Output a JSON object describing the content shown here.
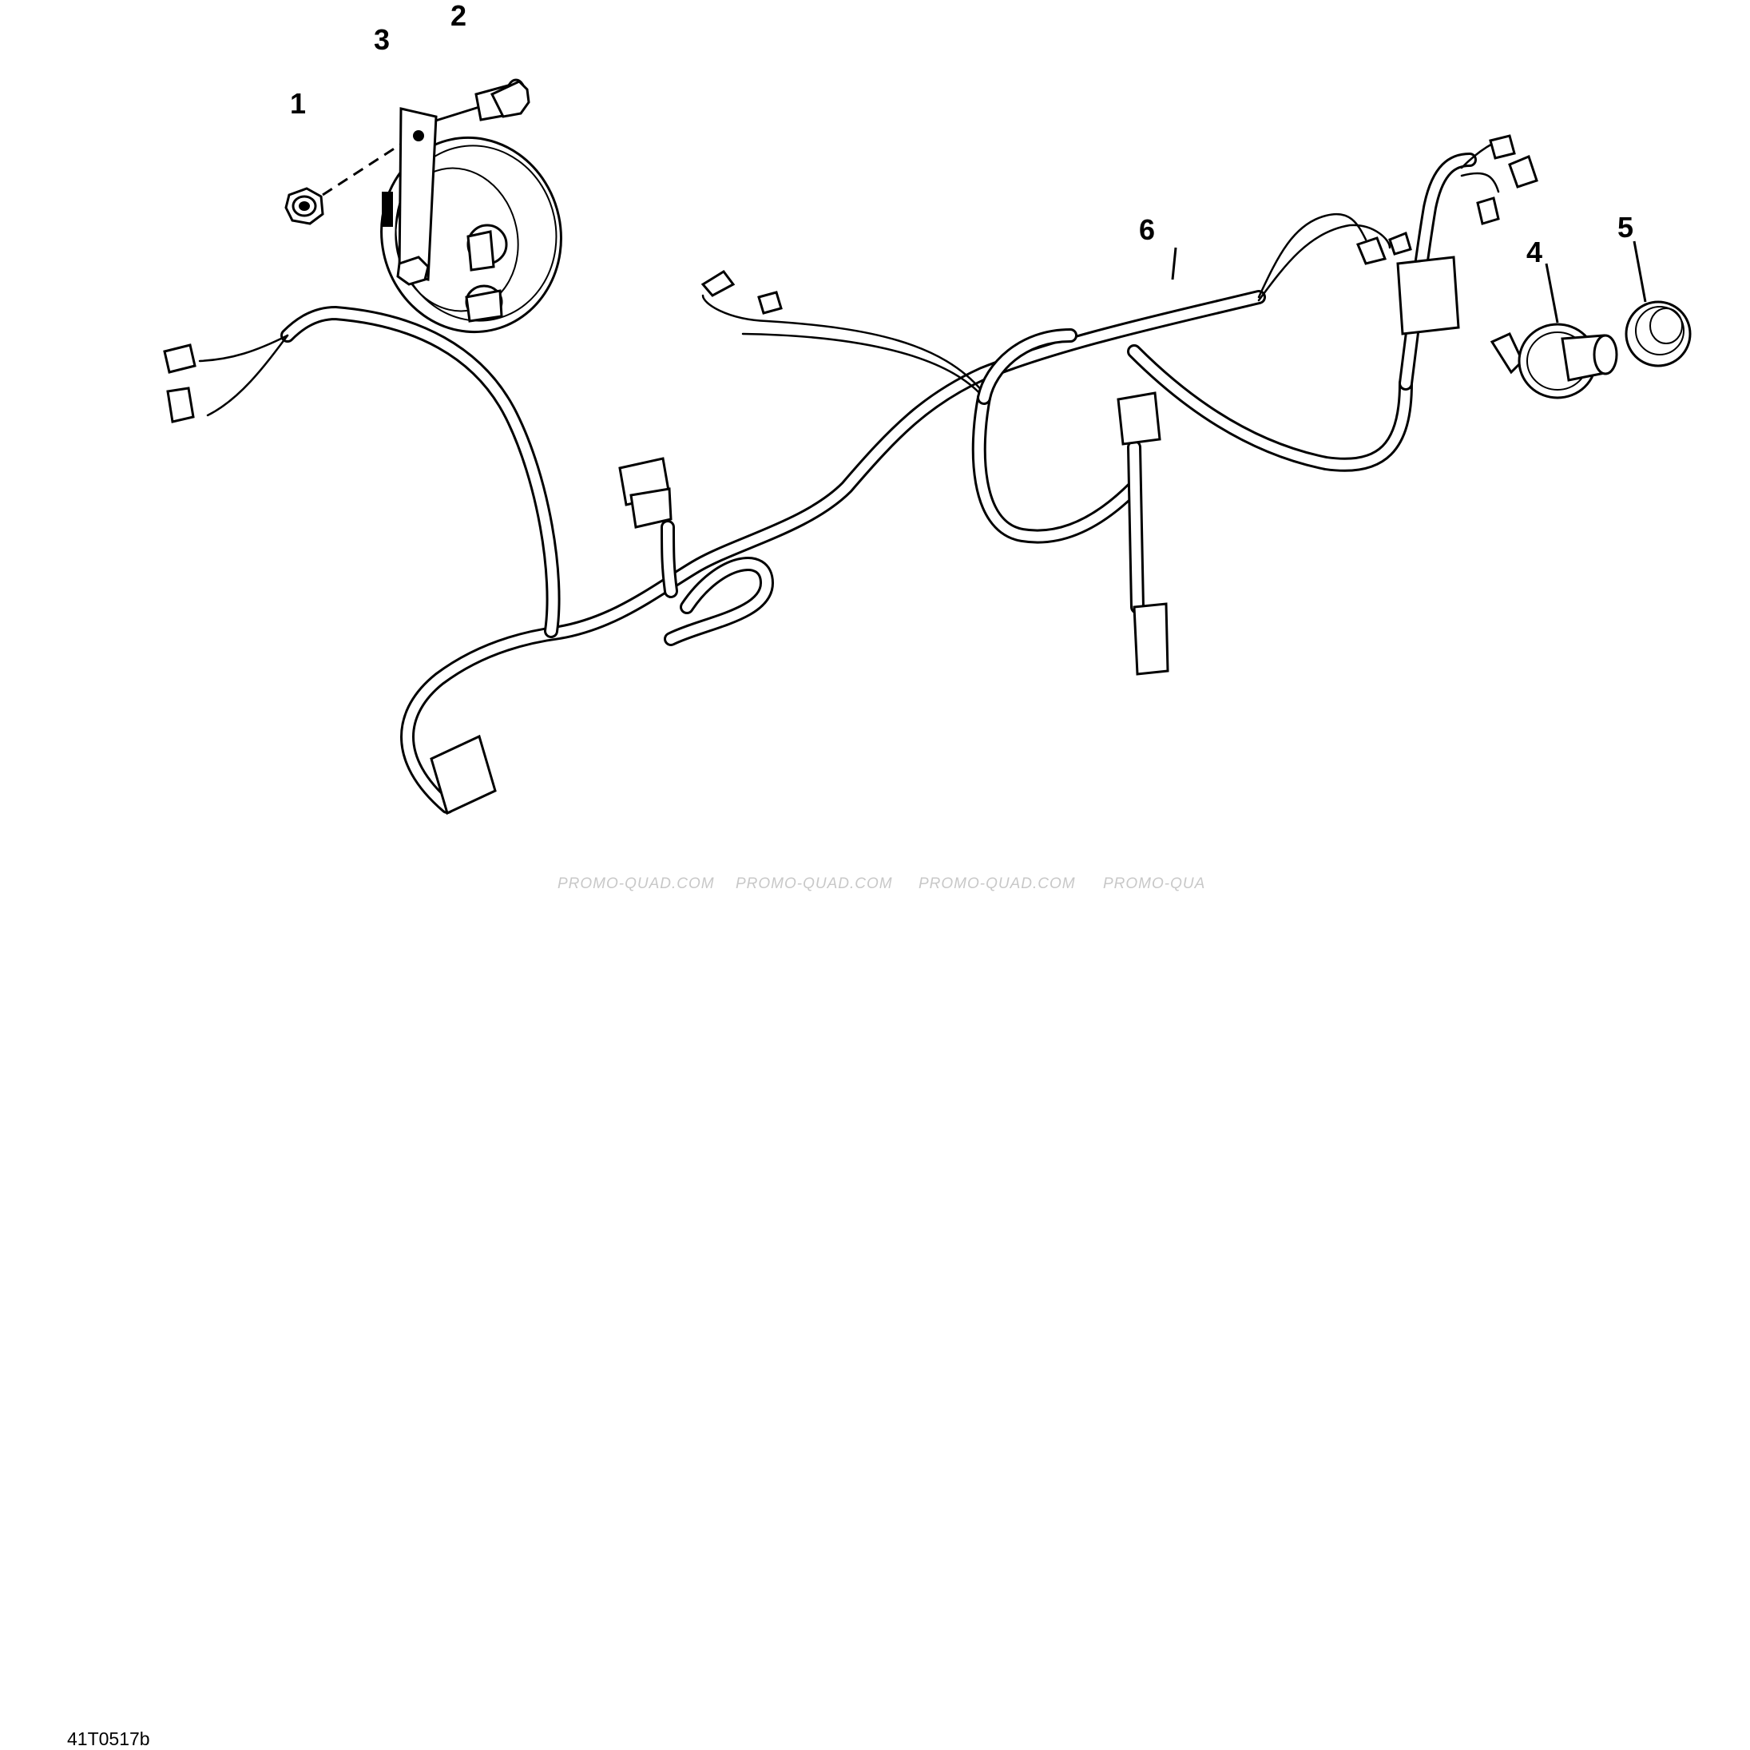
{
  "callouts": [
    {
      "id": "1",
      "label": "1"
    },
    {
      "id": "2",
      "label": "2"
    },
    {
      "id": "3",
      "label": "3"
    },
    {
      "id": "4",
      "label": "4"
    },
    {
      "id": "5",
      "label": "5"
    },
    {
      "id": "6",
      "label": "6"
    }
  ],
  "watermarks": [
    "PROMO-QUAD.COM",
    "PROMO-QUAD.COM",
    "PROMO-QUAD.COM",
    "PROMO-QUA"
  ],
  "figure_reference": "41T0517b"
}
